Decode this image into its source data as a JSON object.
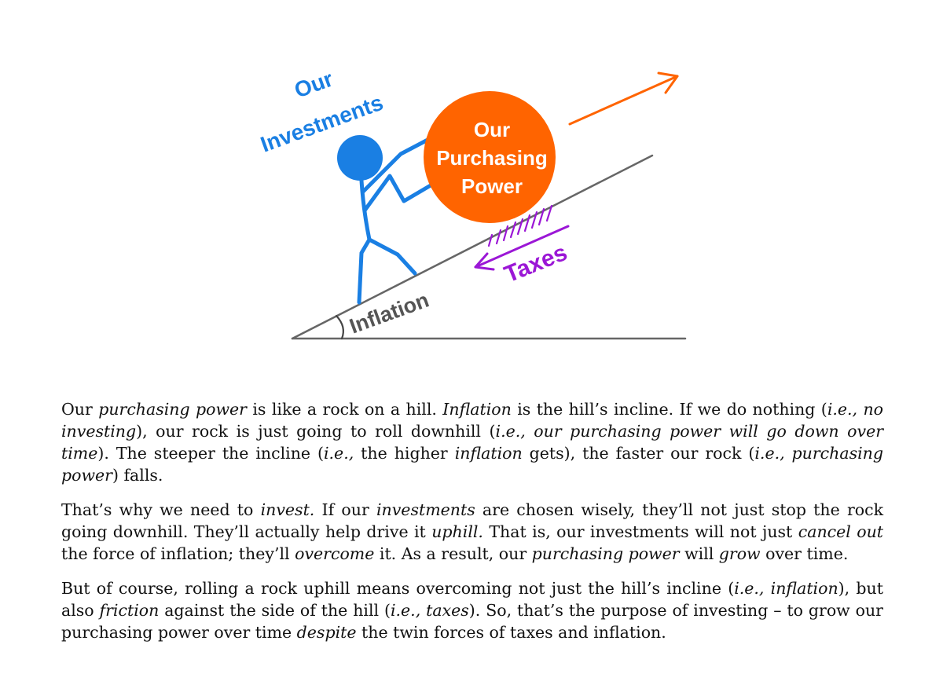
{
  "diagram": {
    "investments_label_line1": "Our",
    "investments_label_line2": "Investments",
    "rock_label_line1": "Our",
    "rock_label_line2": "Purchasing",
    "rock_label_line3": "Power",
    "taxes_label": "Taxes",
    "inflation_label": "Inflation",
    "colors": {
      "investments": "#1a7fe3",
      "rock": "#ff6400",
      "arrow": "#ff6400",
      "taxes": "#9b17d6",
      "hill": "#666666",
      "inflation_text": "#555555"
    }
  },
  "paragraphs": [
    [
      {
        "t": "Our "
      },
      {
        "t": "purchasing power",
        "i": true
      },
      {
        "t": " is like a rock on a hill. "
      },
      {
        "t": "Inflation",
        "i": true
      },
      {
        "t": " is the hill’s incline. If we do nothing ("
      },
      {
        "t": "i.e., no investing",
        "i": true
      },
      {
        "t": "), our rock is just going to roll downhill ("
      },
      {
        "t": "i.e., our purchasing power will go down over time",
        "i": true
      },
      {
        "t": "). The steeper the incline ("
      },
      {
        "t": "i.e.,",
        "i": true
      },
      {
        "t": " the higher "
      },
      {
        "t": "inflation",
        "i": true
      },
      {
        "t": " gets), the faster our rock ("
      },
      {
        "t": "i.e., purchasing power",
        "i": true
      },
      {
        "t": ") falls."
      }
    ],
    [
      {
        "t": "That’s why we need to "
      },
      {
        "t": "invest.",
        "i": true
      },
      {
        "t": " If our "
      },
      {
        "t": "investments",
        "i": true
      },
      {
        "t": " are chosen wisely, they’ll not just stop the rock going downhill. They’ll actually help drive it "
      },
      {
        "t": "uphill.",
        "i": true
      },
      {
        "t": " That is, our investments will not just "
      },
      {
        "t": "cancel out",
        "i": true
      },
      {
        "t": " the force of inflation; they’ll "
      },
      {
        "t": "overcome",
        "i": true
      },
      {
        "t": " it. As a result, our "
      },
      {
        "t": "purchasing power",
        "i": true
      },
      {
        "t": " will "
      },
      {
        "t": "grow",
        "i": true
      },
      {
        "t": " over time."
      }
    ],
    [
      {
        "t": "But of course, rolling a rock uphill means overcoming not just the hill’s incline ("
      },
      {
        "t": "i.e., inflation",
        "i": true
      },
      {
        "t": "), but also "
      },
      {
        "t": "friction",
        "i": true
      },
      {
        "t": " against the side of the hill ("
      },
      {
        "t": "i.e., taxes",
        "i": true
      },
      {
        "t": "). So, that’s the purpose of investing – to grow our purchasing power over time "
      },
      {
        "t": "despite",
        "i": true
      },
      {
        "t": " the twin forces of taxes and inflation."
      }
    ]
  ]
}
